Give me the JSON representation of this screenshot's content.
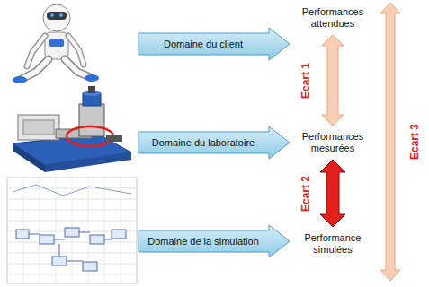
{
  "diagram": {
    "nodes": [
      {
        "text": [
          "Domaine du client"
        ]
      },
      {
        "text": [
          "Performances attendues"
        ]
      },
      {
        "text": [
          "Domaine du laboratoire"
        ]
      },
      {
        "text": [
          "Performances mesurées"
        ]
      },
      {
        "text": [
          "Domaine de la simulation"
        ]
      },
      {
        "text": [
          "Performance simulées"
        ]
      }
    ],
    "edges": [
      {
        "from": 1,
        "to": 3,
        "label": "Ecart 1",
        "arrow": "both"
      },
      {
        "from": 3,
        "to": 5,
        "label": "Ecart 2",
        "arrow": "both"
      },
      {
        "from": 1,
        "to": 5,
        "label": "Ecart 3",
        "arrow": "both"
      }
    ]
  }
}
